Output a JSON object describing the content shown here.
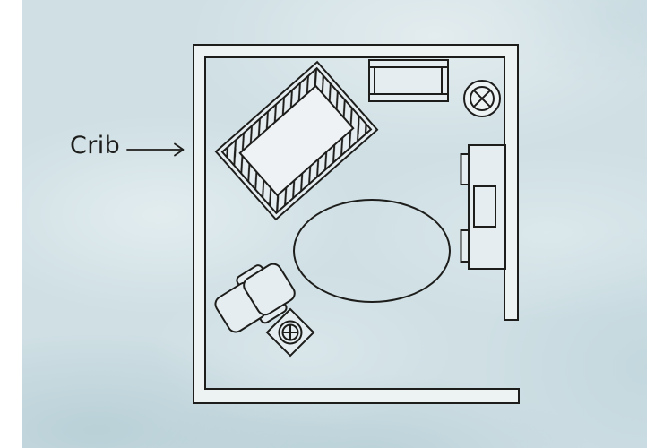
{
  "diagram": {
    "type": "floor-plan",
    "label": {
      "text": "Crib"
    },
    "pointer": {
      "direction": "right"
    },
    "colors": {
      "page": "#ffffff",
      "background_wash": "#cfdfe4",
      "wall_fill": "#edf2f3",
      "furniture_fill": "#e6edf0",
      "mattress_fill": "#eef2f4",
      "line": "#1d1d1b"
    },
    "symbols": [
      {
        "name": "crib",
        "style": "rotated rectangle with slatted border"
      },
      {
        "name": "dresser",
        "style": "rectangle with inset drawer"
      },
      {
        "name": "ceiling-light",
        "style": "circle with X mark"
      },
      {
        "name": "wardrobe",
        "style": "wall-mounted rectangle with two knobs and drawer"
      },
      {
        "name": "oval-rug",
        "style": "ellipse outline"
      },
      {
        "name": "armchair",
        "style": "rounded seat, back and two armrests"
      },
      {
        "name": "side-table",
        "style": "diamond with lamp circle and plus mark"
      },
      {
        "name": "door-opening",
        "style": "gap in right wall"
      }
    ]
  }
}
